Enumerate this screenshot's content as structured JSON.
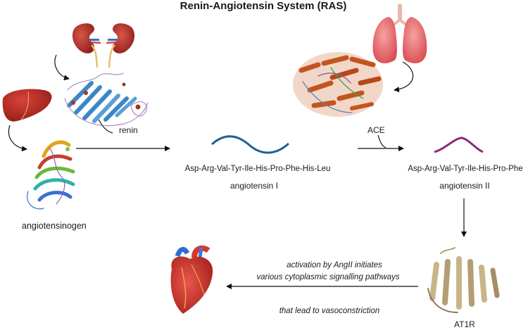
{
  "title": "Renin-Angiotensin System (RAS)",
  "labels": {
    "renin": "renin",
    "angiotensinogen": "angiotensinogen",
    "ace": "ACE",
    "at1r": "AT1R",
    "ang1_sequence": "Asp-Arg-Val-Tyr-Ile-His-Pro-Phe-His-Leu",
    "ang1_name": "angiotensin I",
    "ang2_sequence": "Asp-Arg-Val-Tyr-Ile-His-Pro-Phe",
    "ang2_name": "angiotensin II",
    "note_line1": "activation by AngII initiates",
    "note_line2": "various cytoplasmic signalling pathways",
    "note_line3": "that lead to vasoconstriction"
  },
  "colors": {
    "ang1_curve": "#1f5f96",
    "ang2_curve": "#8c2a7a",
    "organ_red": "#c0352b",
    "protein_orange": "#c4541f",
    "protein_blue": "#3b86c6",
    "at1r_tan": "#c9b48a"
  }
}
